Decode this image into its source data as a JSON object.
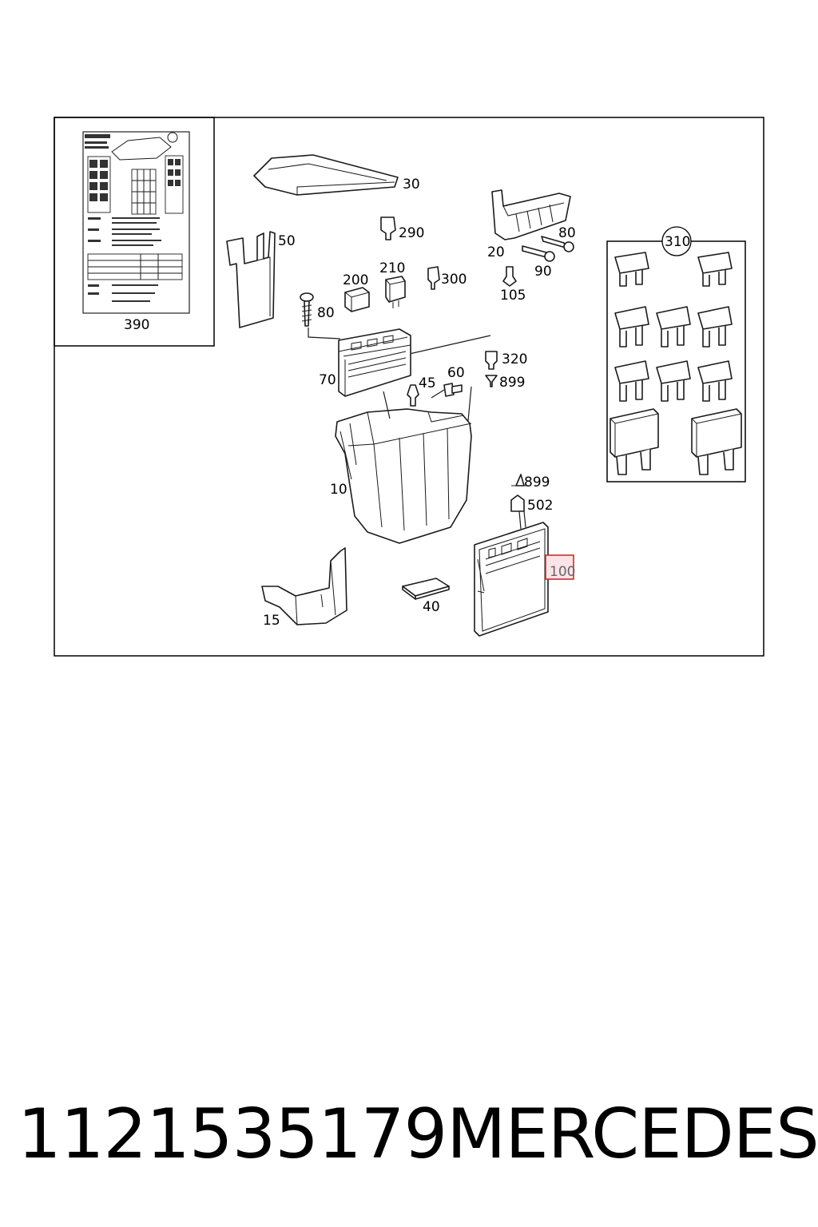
{
  "diagram": {
    "callouts": {
      "c30": "30",
      "c290": "290",
      "c50": "50",
      "c200": "200",
      "c210": "210",
      "c300": "300",
      "c80a": "80",
      "c20": "20",
      "c80b": "80",
      "c90": "90",
      "c105": "105",
      "c320": "320",
      "c899a": "899",
      "c70": "70",
      "c45": "45",
      "c60": "60",
      "c10": "10",
      "c899b": "899",
      "c502": "502",
      "c100": "100",
      "c15": "15",
      "c40": "40",
      "c390": "390",
      "c310": "310"
    },
    "highlighted_callout": "100",
    "highlight_color": "#d9262b"
  },
  "footer": {
    "part_number": "1121535179",
    "brand": "MERCEDES"
  }
}
